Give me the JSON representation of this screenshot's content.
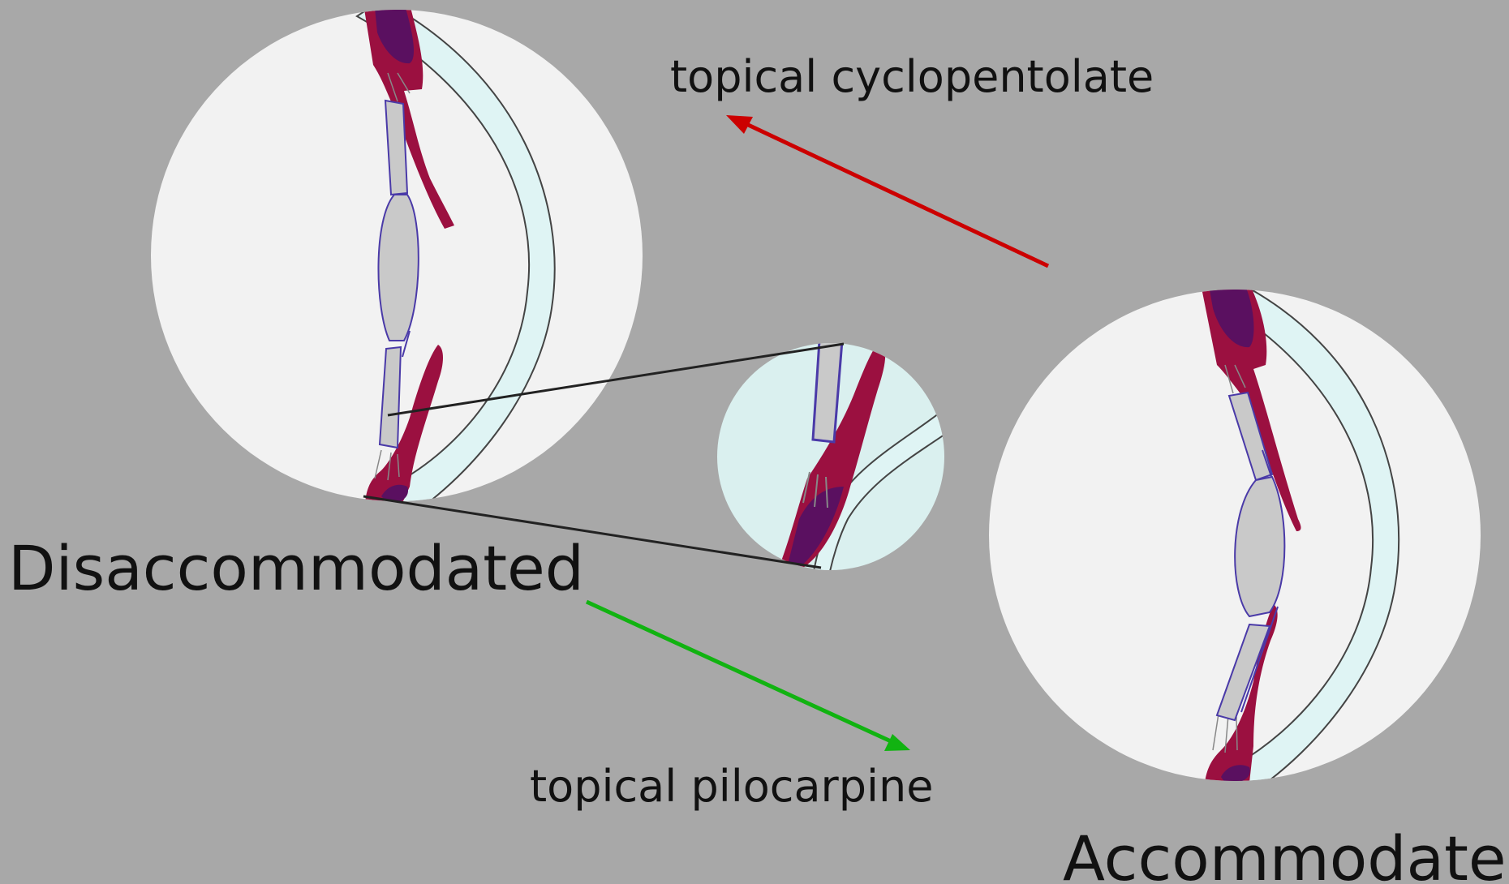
{
  "labels": {
    "disaccommodated": "Disaccommodated",
    "accommodated": "Accommodated",
    "cyclopentolate": "topical cyclopentolate",
    "pilocarpine": "topical pilocarpine"
  },
  "colors": {
    "background": "#a8a8a8",
    "eye_background": "#f2f2f2",
    "inset_background": "#daf0ef",
    "cornea_sclera": "#dff4f4",
    "ciliary_muscle": "#9b1040",
    "iris_pigment": "#5a1060",
    "lens": "#c9c9c9",
    "lens_outline": "#4a3aa8",
    "zonule_fiber": "#888888",
    "arrow_cyclopentolate": "#cc0000",
    "arrow_pilocarpine": "#11b311",
    "zoom_lines": "#222222"
  }
}
